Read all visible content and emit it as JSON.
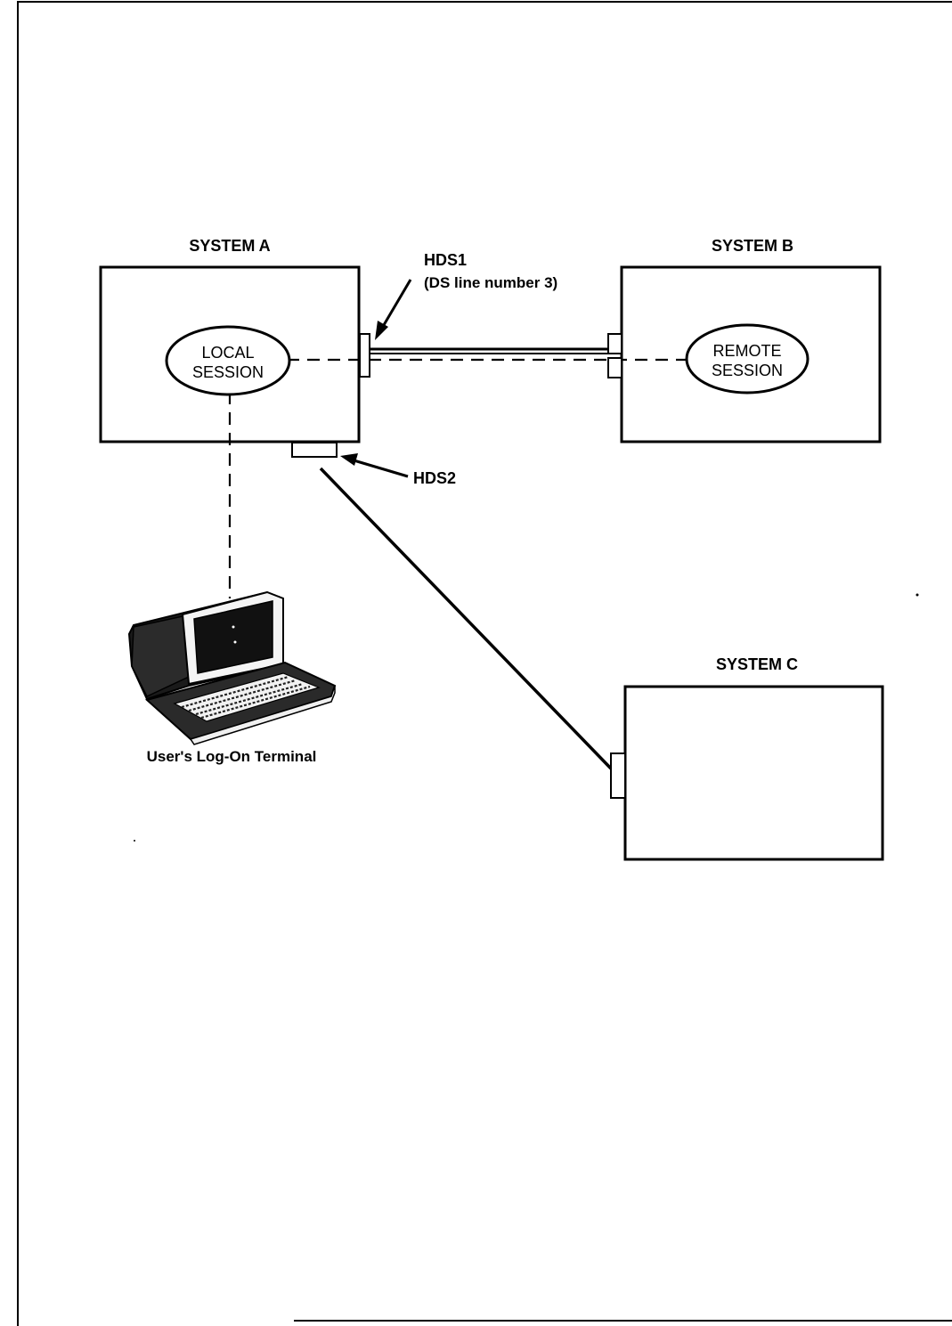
{
  "diagram": {
    "systems": {
      "a": {
        "label": "SYSTEM A"
      },
      "b": {
        "label": "SYSTEM B"
      },
      "c": {
        "label": "SYSTEM C"
      }
    },
    "sessions": {
      "local": {
        "line1": "LOCAL",
        "line2": "SESSION"
      },
      "remote": {
        "line1": "REMOTE",
        "line2": "SESSION"
      }
    },
    "links": {
      "hds1": {
        "label": "HDS1",
        "sublabel": "(DS line number 3)"
      },
      "hds2": {
        "label": "HDS2"
      }
    },
    "terminal": {
      "caption": "User's Log-On Terminal",
      "icon": "terminal-icon"
    }
  }
}
